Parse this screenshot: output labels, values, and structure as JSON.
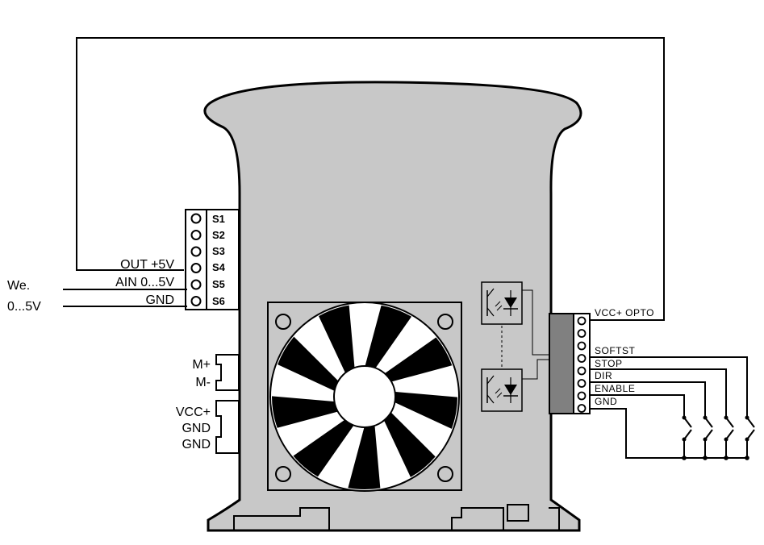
{
  "left_terminal": {
    "pins": [
      "S1",
      "S2",
      "S3",
      "S4",
      "S5",
      "S6"
    ],
    "signals": {
      "s4": "OUT +5V",
      "s5": "AIN 0...5V",
      "s6": "GND"
    }
  },
  "external_input": {
    "line1": "We.",
    "line2": "0...5V"
  },
  "motor_connector": {
    "pins": [
      "M+",
      "M-"
    ]
  },
  "power_connector": {
    "pins": [
      "VCC+",
      "GND",
      "GND"
    ]
  },
  "right_terminal": {
    "signals": [
      "VCC+ OPTO",
      "SOFTST",
      "STOP",
      "DIR",
      "ENABLE",
      "GND"
    ]
  },
  "colors": {
    "housing": "#c8c8c8",
    "outline": "#000000",
    "connector_dark": "#808080",
    "background": "#ffffff"
  }
}
